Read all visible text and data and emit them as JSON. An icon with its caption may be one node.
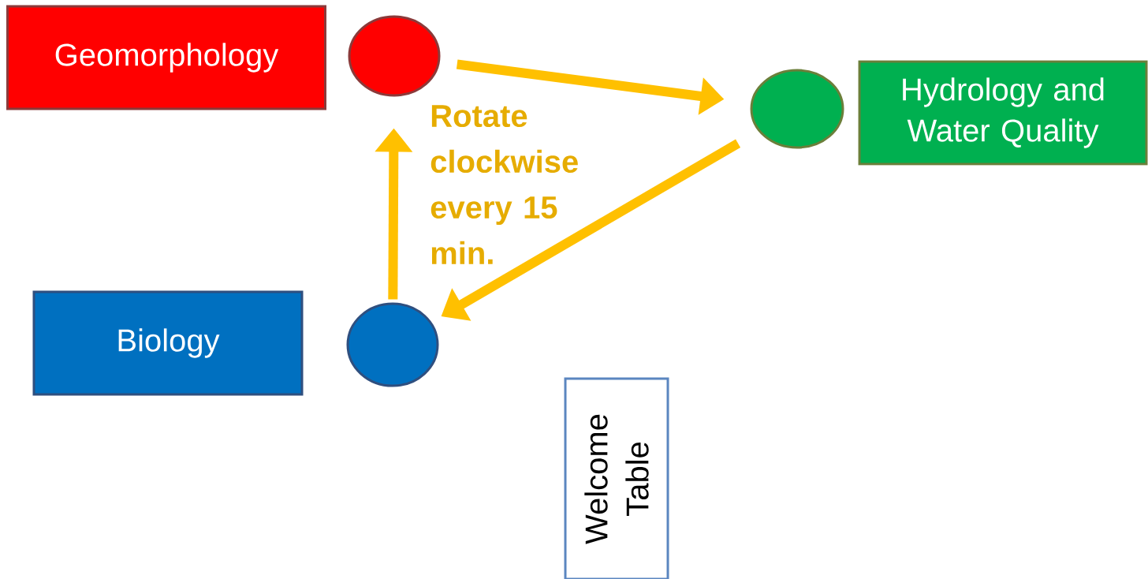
{
  "diagram": {
    "nodes": [
      {
        "text": [
          "Geomorphology"
        ]
      },
      {
        "text": [],
        "shape": "circle"
      },
      {
        "text": [],
        "shape": "circle"
      },
      {
        "text": [
          "Hydrology and Water Quality"
        ]
      },
      {
        "text": [
          "Biology"
        ]
      },
      {
        "text": [],
        "shape": "circle"
      },
      {
        "text": [
          "Welcome Table"
        ]
      }
    ],
    "edges": [
      {
        "from": 1,
        "to": 2,
        "arrow": "to"
      },
      {
        "from": 2,
        "to": 5,
        "arrow": "to"
      },
      {
        "from": 5,
        "to": 1,
        "arrow": "to"
      }
    ],
    "labels": [
      "Rotate clockwise every 15 min."
    ]
  }
}
